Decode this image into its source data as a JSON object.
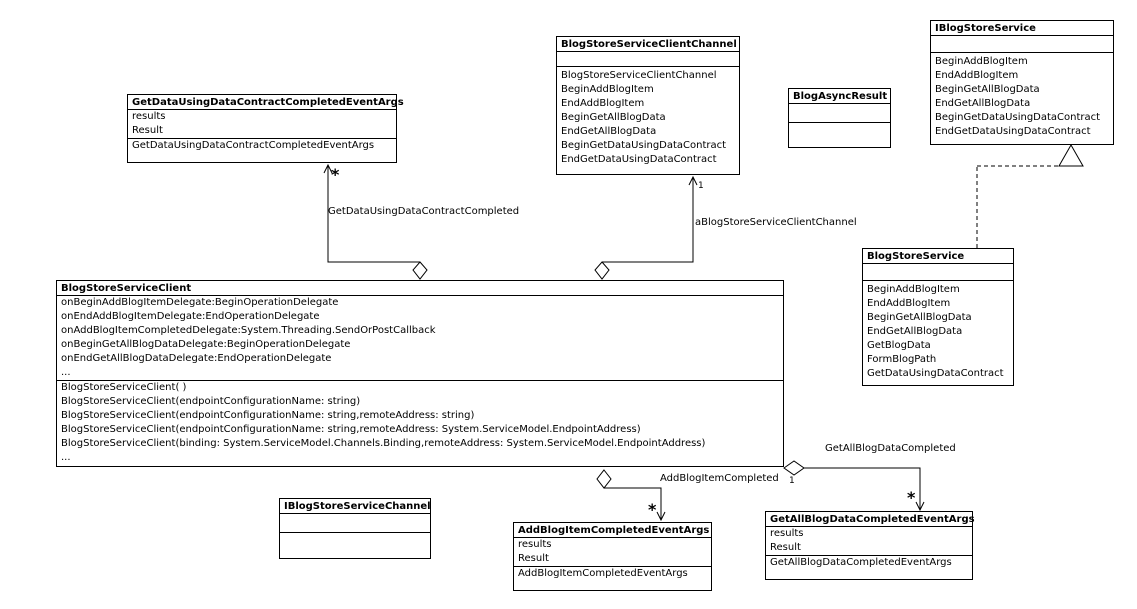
{
  "classes": {
    "getdata_args": {
      "name": "GetDataUsingDataContractCompletedEventArgs",
      "attributes": [
        "results",
        "Result"
      ],
      "operations": [
        "GetDataUsingDataContractCompletedEventArgs"
      ]
    },
    "client_channel": {
      "name": "BlogStoreServiceClientChannel",
      "attributes": [],
      "operations": [
        "BlogStoreServiceClientChannel",
        "BeginAddBlogItem",
        "EndAddBlogItem",
        "BeginGetAllBlogData",
        "EndGetAllBlogData",
        "BeginGetDataUsingDataContract",
        "EndGetDataUsingDataContract"
      ]
    },
    "async_result": {
      "name": "BlogAsyncResult",
      "attributes": [],
      "operations": []
    },
    "iservice": {
      "name": "IBlogStoreService",
      "attributes": [],
      "operations": [
        "BeginAddBlogItem",
        "EndAddBlogItem",
        "BeginGetAllBlogData",
        "EndGetAllBlogData",
        "BeginGetDataUsingDataContract",
        "EndGetDataUsingDataContract"
      ]
    },
    "service": {
      "name": "BlogStoreService",
      "attributes": [],
      "operations": [
        "BeginAddBlogItem",
        "EndAddBlogItem",
        "BeginGetAllBlogData",
        "EndGetAllBlogData",
        "GetBlogData",
        "FormBlogPath",
        "GetDataUsingDataContract"
      ]
    },
    "client": {
      "name": "BlogStoreServiceClient",
      "attributes": [
        "onBeginAddBlogItemDelegate:BeginOperationDelegate",
        "onEndAddBlogItemDelegate:EndOperationDelegate",
        "onAddBlogItemCompletedDelegate:System.Threading.SendOrPostCallback",
        "onBeginGetAllBlogDataDelegate:BeginOperationDelegate",
        "onEndGetAllBlogDataDelegate:EndOperationDelegate",
        "..."
      ],
      "operations": [
        "BlogStoreServiceClient( )",
        "BlogStoreServiceClient(endpointConfigurationName: string)",
        "BlogStoreServiceClient(endpointConfigurationName: string,remoteAddress: string)",
        "BlogStoreServiceClient(endpointConfigurationName: string,remoteAddress: System.ServiceModel.EndpointAddress)",
        "BlogStoreServiceClient(binding: System.ServiceModel.Channels.Binding,remoteAddress: System.ServiceModel.EndpointAddress)",
        "..."
      ]
    },
    "ichannel": {
      "name": "IBlogStoreServiceChannel",
      "attributes": [],
      "operations": []
    },
    "additem_args": {
      "name": "AddBlogItemCompletedEventArgs",
      "attributes": [
        "results",
        "Result"
      ],
      "operations": [
        "AddBlogItemCompletedEventArgs"
      ]
    },
    "getall_args": {
      "name": "GetAllBlogDataCompletedEventArgs",
      "attributes": [
        "results",
        "Result"
      ],
      "operations": [
        "GetAllBlogDataCompletedEventArgs"
      ]
    }
  },
  "relations": {
    "getdata_completed": {
      "label": "GetDataUsingDataContractCompleted",
      "multiplicity": "*"
    },
    "client_channel": {
      "label": "aBlogStoreServiceClientChannel",
      "multiplicity": "1"
    },
    "additem_completed": {
      "label": "AddBlogItemCompleted",
      "multiplicity": "*"
    },
    "getall_completed": {
      "label": "GetAllBlogDataCompleted",
      "multiplicity_source": "1",
      "multiplicity": "*"
    }
  }
}
